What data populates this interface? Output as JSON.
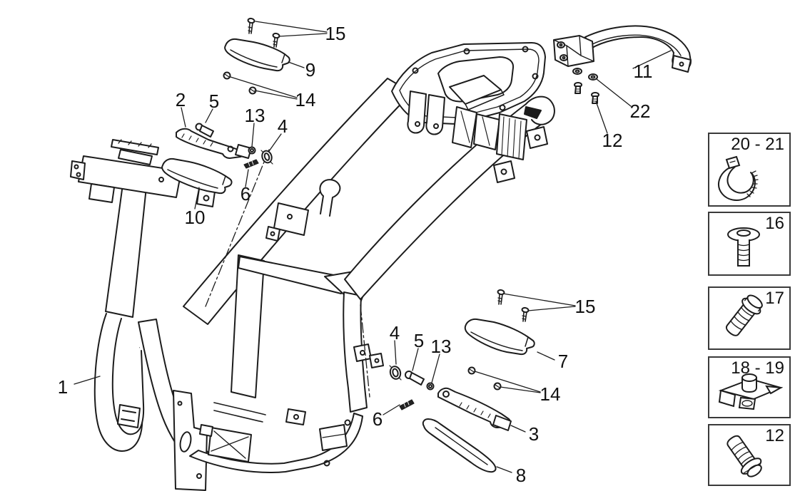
{
  "diagram": {
    "type": "exploded-parts-diagram",
    "callouts": [
      {
        "text": "1"
      },
      {
        "text": "2"
      },
      {
        "text": "5"
      },
      {
        "text": "13"
      },
      {
        "text": "4"
      },
      {
        "text": "6"
      },
      {
        "text": "10"
      },
      {
        "text": "9"
      },
      {
        "text": "14"
      },
      {
        "text": "15"
      },
      {
        "text": "11"
      },
      {
        "text": "22"
      },
      {
        "text": "12"
      },
      {
        "text": "4"
      },
      {
        "text": "5"
      },
      {
        "text": "13"
      },
      {
        "text": "6"
      },
      {
        "text": "15"
      },
      {
        "text": "7"
      },
      {
        "text": "14"
      },
      {
        "text": "3"
      },
      {
        "text": "8"
      }
    ],
    "legend_boxes": [
      {
        "label": "20 - 21",
        "icon": "cable-tie-icon"
      },
      {
        "label": "16",
        "icon": "dome-head-screw-icon"
      },
      {
        "label": "17",
        "icon": "flanged-screw-icon"
      },
      {
        "label": "18 - 19",
        "icon": "clip-nut-icon"
      },
      {
        "label": "12",
        "icon": "flanged-screw-icon"
      }
    ],
    "colors": {
      "line": "#1c1c1c",
      "background": "#ffffff"
    }
  }
}
